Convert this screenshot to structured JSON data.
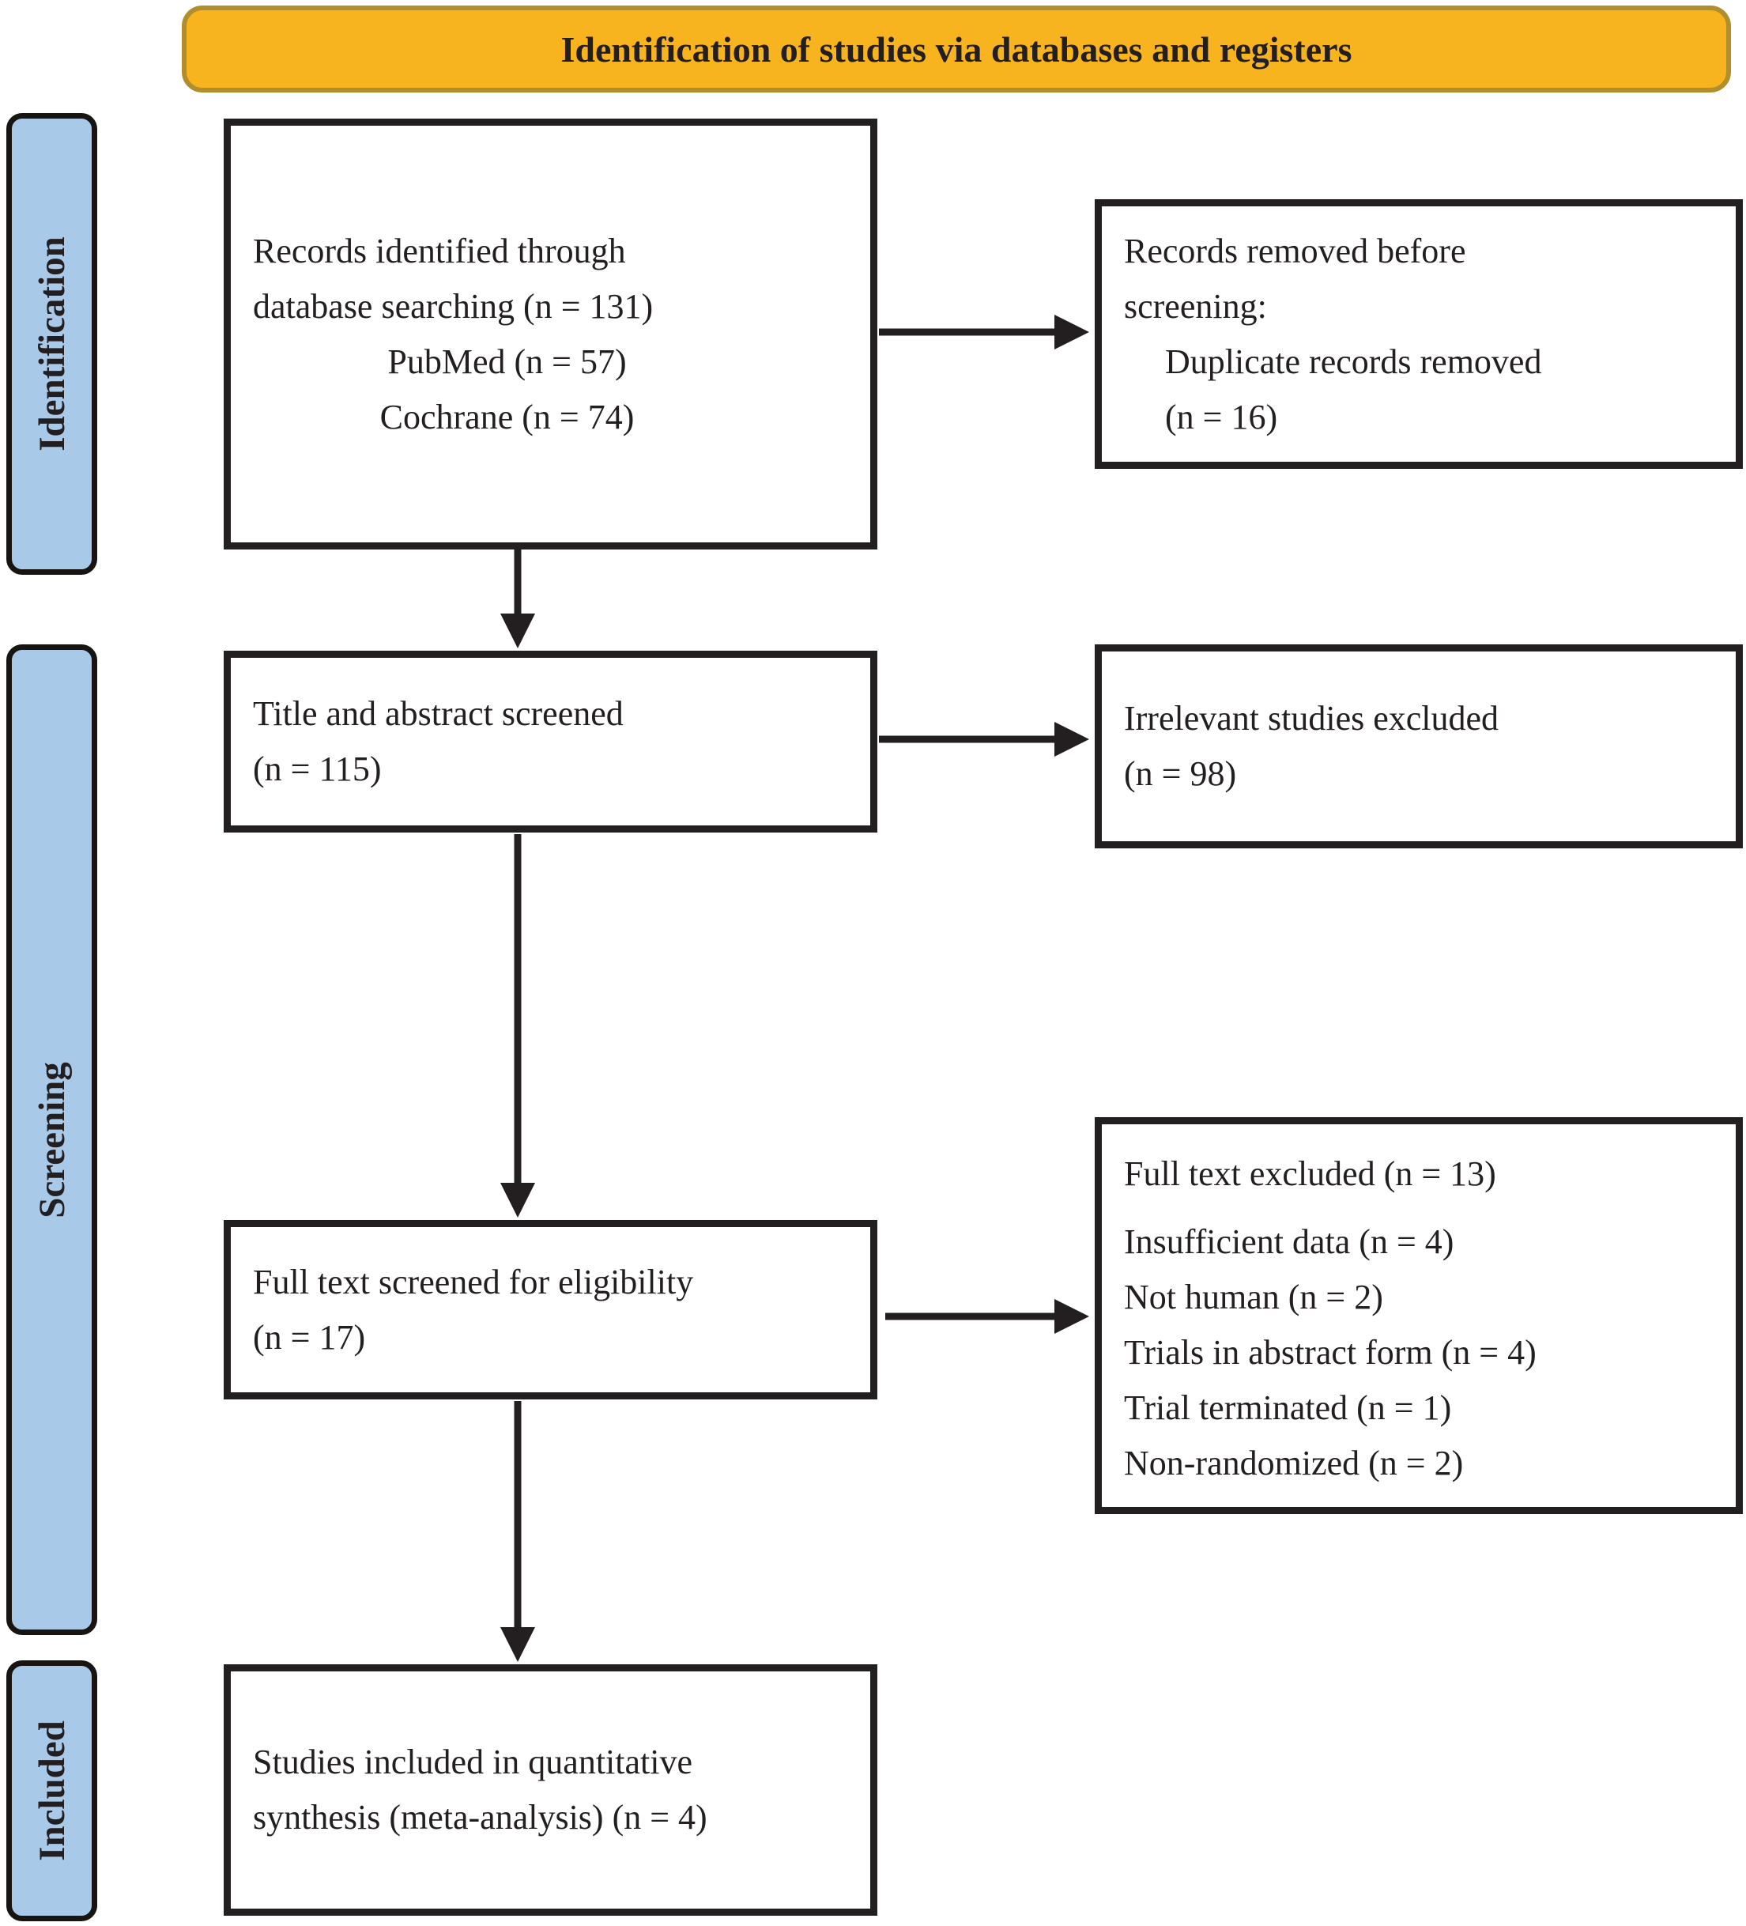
{
  "figure": {
    "type": "prisma-flow-diagram"
  },
  "colors": {
    "banner_fill": "#F8B41E",
    "banner_border": "#B08E2E",
    "stage_fill": "#A9C9E8",
    "line_color": "#231f20"
  },
  "banner": {
    "title": "Identification of studies via databases and registers"
  },
  "stages": [
    {
      "id": "identification",
      "label": "Identification"
    },
    {
      "id": "screening",
      "label": "Screening"
    },
    {
      "id": "included",
      "label": "Included"
    }
  ],
  "boxes": {
    "records_identified": {
      "line1": "Records identified through",
      "line2": "database searching (n = 131)",
      "line3": "PubMed (n = 57)",
      "line4": "Cochrane (n = 74)"
    },
    "records_removed": {
      "line1": "Records removed before",
      "line2": "screening:",
      "line3": "Duplicate records removed",
      "line4": "(n = 16)"
    },
    "title_abstract_screened": {
      "line1": "Title and abstract screened",
      "line2": "(n = 115)"
    },
    "irrelevant_excluded": {
      "line1": "Irrelevant studies excluded",
      "line2": "(n = 98)"
    },
    "full_text_screened": {
      "line1": "Full text screened for eligibility",
      "line2": "(n = 17)"
    },
    "full_text_excluded": {
      "header": "Full text excluded (n = 13)",
      "reasons": [
        "Insufficient data (n = 4)",
        "Not human (n = 2)",
        "Trials in abstract form (n = 4)",
        "Trial terminated (n = 1)",
        "Non-randomized (n = 2)"
      ]
    },
    "included_quantitative": {
      "line1": "Studies included in quantitative",
      "line2": "synthesis (meta-analysis) (n = 4)"
    }
  }
}
